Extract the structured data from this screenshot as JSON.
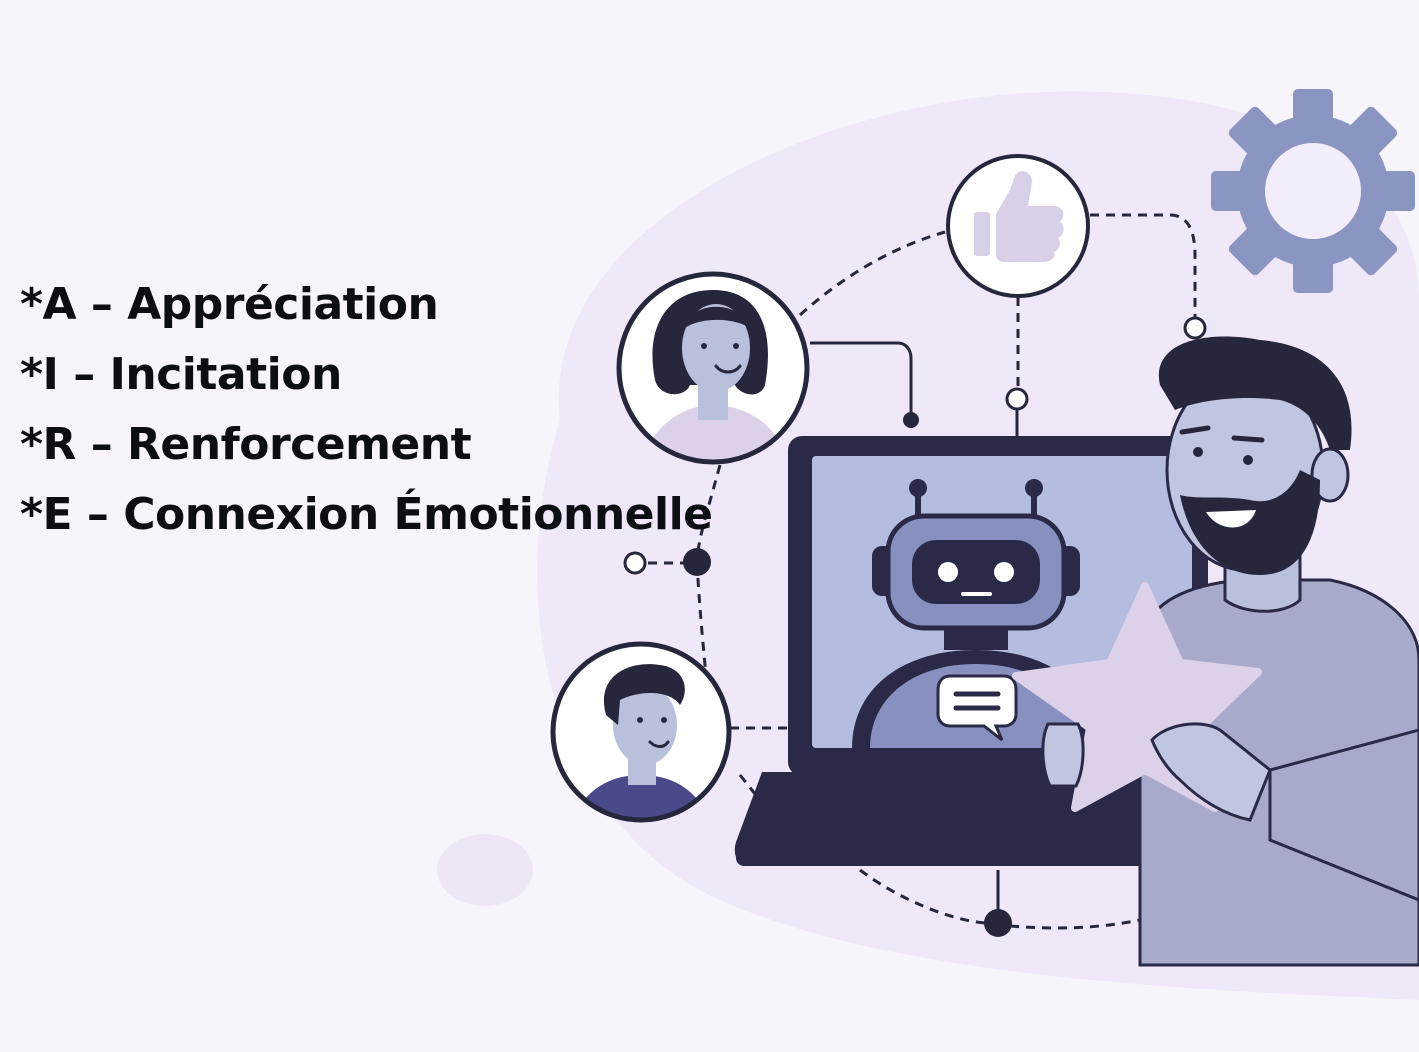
{
  "acronym": {
    "items": [
      {
        "text": "*A – Appréciation"
      },
      {
        "text": "*I – Incitation"
      },
      {
        "text": "*R – Renforcement"
      },
      {
        "text": "*E – Connexion Émotionnelle"
      }
    ]
  },
  "illustration": {
    "icons": [
      "gear-icon",
      "thumbs-up-icon",
      "robot-icon",
      "chat-bubble-icon",
      "star-icon",
      "laptop-icon"
    ],
    "colors": {
      "background": "#f8f4fc",
      "blob": "#efe6f8",
      "navy": "#2a2a48",
      "slate_blue": "#8890c0",
      "screen": "#b4bce0",
      "lavender": "#d9cfe8",
      "gear": "#8a95c2"
    }
  }
}
